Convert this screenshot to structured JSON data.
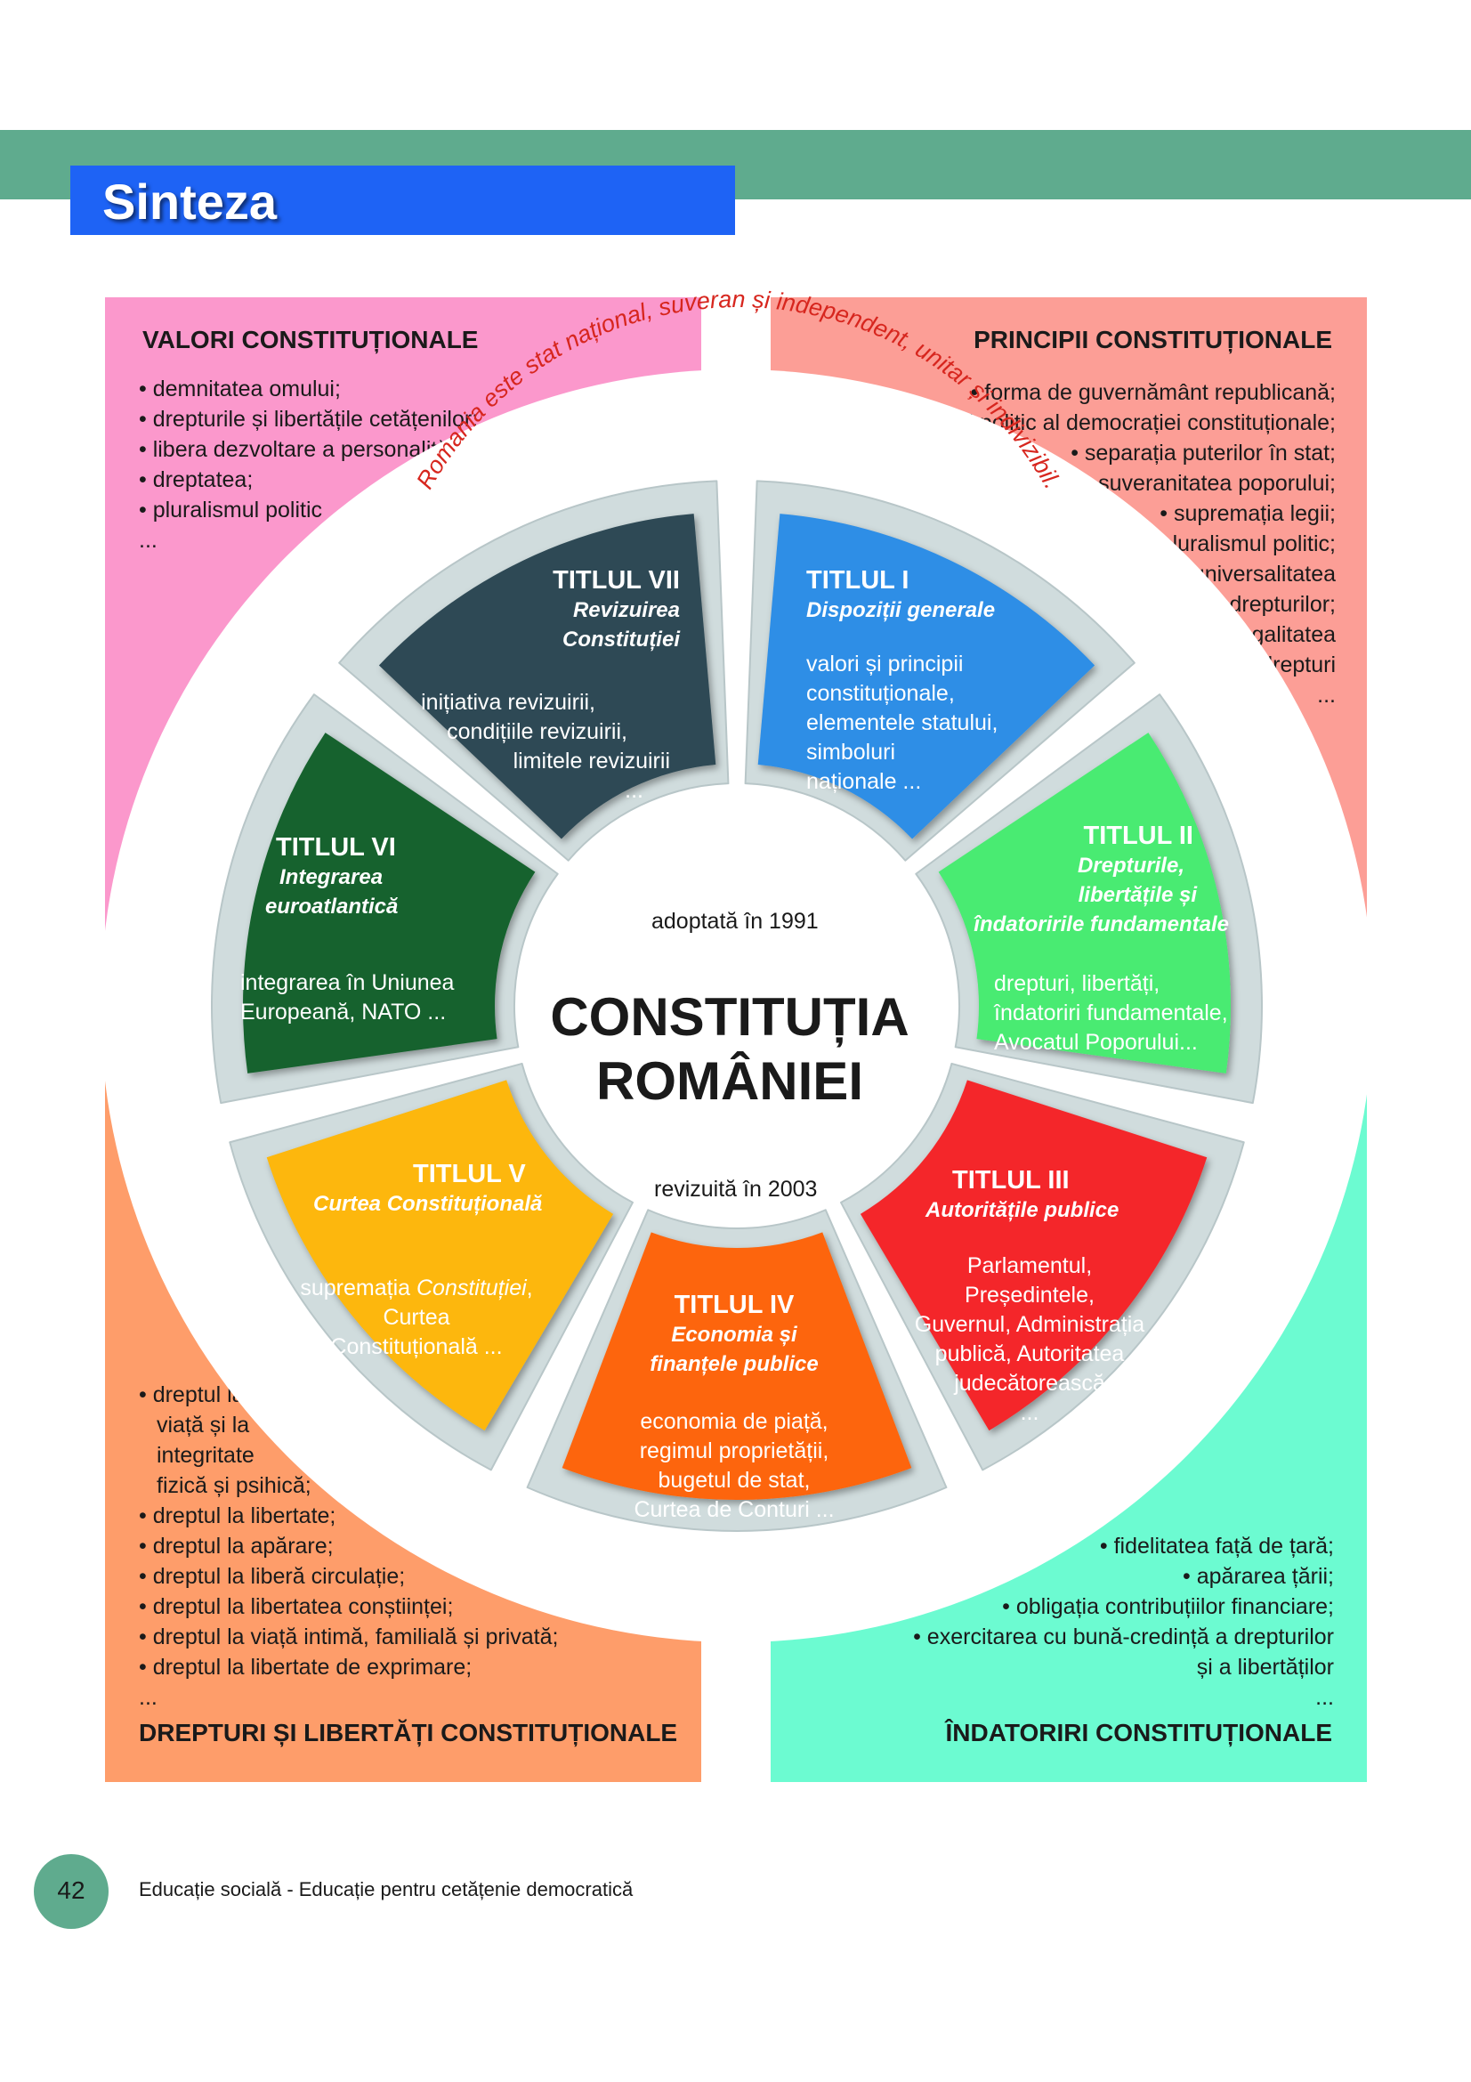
{
  "header": {
    "title": "Sinteza"
  },
  "quadrants": {
    "valori": {
      "heading": "VALORI CONSTITUȚIONALE",
      "items": [
        "• demnitatea omului;",
        "• drepturile și libertățile cetățenilor;",
        "• libera dezvoltare a personalității umane;",
        "• dreptatea;",
        "• pluralismul politic",
        "..."
      ]
    },
    "principii": {
      "heading": "PRINCIPII CONSTITUȚIONALE",
      "items": [
        "• forma de guvernământ republicană;",
        "• regimul politic al democrației constituționale;",
        "• separația puterilor în stat;",
        "• suveranitatea poporului;",
        "• supremația legii;",
        "• pluralismul politic;",
        "• universalitatea",
        "drepturilor;",
        "• egalitatea",
        "în drepturi",
        "..."
      ]
    },
    "drepturi": {
      "heading": "DREPTURI ȘI LIBERTĂȚI CONSTITUȚIONALE",
      "items": [
        "• dreptul la",
        "viață și la",
        "integritate",
        "fizică și psihică;",
        "• dreptul la libertate;",
        "• dreptul la apărare;",
        "• dreptul la liberă circulație;",
        "• dreptul la libertatea conștiinței;",
        "• dreptul la viață intimă, familială și privată;",
        "• dreptul la libertate de exprimare;",
        "..."
      ]
    },
    "indatoriri": {
      "heading": "ÎNDATORIRI CONSTITUȚIONALE",
      "items": [
        "• fidelitatea față de țară;",
        "• apărarea țării;",
        "• obligația contribuțiilor financiare;",
        "• exercitarea cu bună-credință a drepturilor",
        "și a libertăților",
        "..."
      ]
    }
  },
  "wheel": {
    "arc_text": "Romania este stat național, suveran și independent, unitar și indivizibil.",
    "center": {
      "adopted": "adoptată în 1991",
      "title_line1": "CONSTITUȚIA",
      "title_line2": "ROMÂNIEI",
      "revised": "revizuită în 2003"
    },
    "segments": [
      {
        "title": "TITLUL I",
        "subtitle": [
          "Dispoziții generale"
        ],
        "content": [
          "valori și principii",
          "constituționale,",
          "elementele statului,",
          "simboluri",
          "naționale ..."
        ],
        "color": "#2f8ee6"
      },
      {
        "title": "TITLUL II",
        "subtitle": [
          "Drepturile,",
          "libertățile și",
          "îndatoririle fundamentale"
        ],
        "content": [
          "drepturi, libertăți,",
          "îndatoriri fundamentale,",
          "Avocatul Poporului..."
        ],
        "color": "#48eb72"
      },
      {
        "title": "TITLUL III",
        "subtitle": [
          "Autoritățile publice"
        ],
        "content": [
          "Parlamentul, Președintele,",
          "Guvernul, Administrația",
          "publică, Autoritatea",
          "judecătorească",
          "..."
        ],
        "color": "#f4282a"
      },
      {
        "title": "TITLUL IV",
        "subtitle": [
          "Economia și",
          "finanțele publice"
        ],
        "content": [
          "economia de piață,",
          "regimul proprietății,",
          "bugetul de stat,",
          "Curtea de Conturi ..."
        ],
        "color": "#fd650a"
      },
      {
        "title": "TITLUL V",
        "subtitle": [
          "Curtea Constituțională"
        ],
        "content_parts": [
          "supremația ",
          "Constituției",
          ","
        ],
        "content": [
          "Curtea",
          "Constituțională ..."
        ],
        "color": "#fdb707"
      },
      {
        "title": "TITLUL VI",
        "subtitle": [
          "Integrarea",
          "euroatlantică"
        ],
        "content": [
          "integrarea în Uniunea",
          "Europeană, NATO ..."
        ],
        "color": "#17622e"
      },
      {
        "title": "TITLUL VII",
        "subtitle": [
          "Revizuirea",
          "Constituției"
        ],
        "content": [
          "inițiativa revizuirii,",
          "condițiile revizuirii,",
          "limitele revizuirii",
          "..."
        ],
        "color": "#2e4a55"
      }
    ],
    "ring_color": "#d0dcdd",
    "arc_text_color": "#d7261e"
  },
  "footer": {
    "page_number": "42",
    "text": "Educație socială - Educație pentru cetățenie democratică"
  }
}
